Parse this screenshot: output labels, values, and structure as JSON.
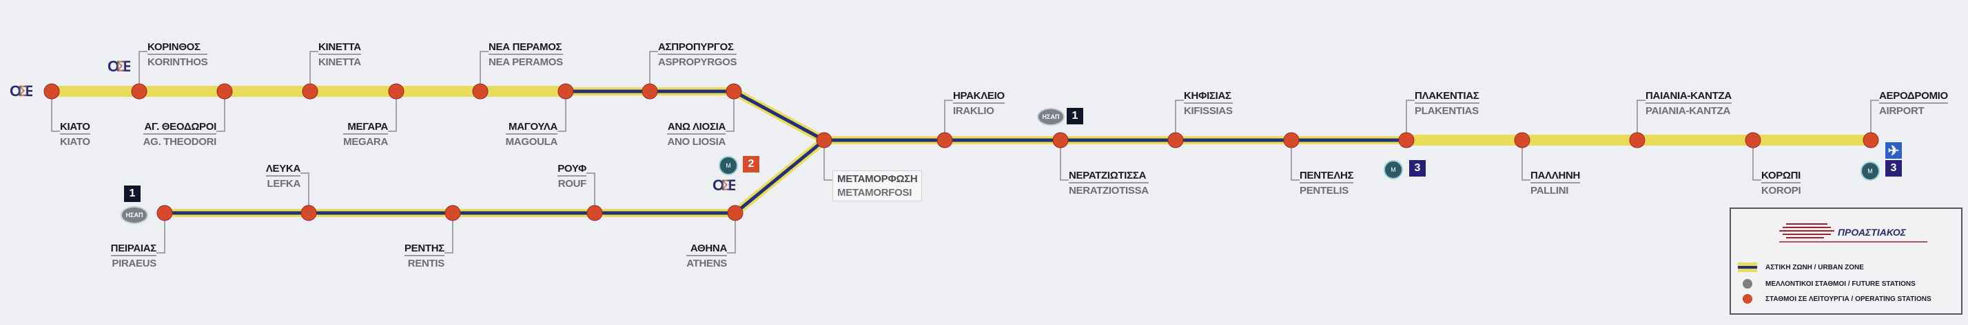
{
  "colors": {
    "yellow": "#e8dc5a",
    "blue": "#22307a",
    "station": "#d64a2c",
    "future": "#808080",
    "line1": "#0e1628",
    "line2": "#d84a2a",
    "line3": "#2a1f78",
    "airport": "#2d5fc8"
  },
  "top_branch": [
    {
      "gr": "ΚΙΑΤΟ",
      "en": "KIATO"
    },
    {
      "gr": "ΚΟΡΙΝΘΟΣ",
      "en": "KORINTHOS"
    },
    {
      "gr": "ΑΓ. ΘΕΟΔΩΡΟΙ",
      "en": "AG. THEODORI"
    },
    {
      "gr": "ΚΙΝΕΤΤΑ",
      "en": "KINETTA"
    },
    {
      "gr": "ΜΕΓΑΡΑ",
      "en": "MEGARA"
    },
    {
      "gr": "ΝΕΑ ΠΕΡΑΜΟΣ",
      "en": "NEA PERAMOS"
    },
    {
      "gr": "ΜΑΓΟΥΛΑ",
      "en": "MAGOULA"
    },
    {
      "gr": "ΑΣΠΡΟΠΥΡΓΟΣ",
      "en": "ASPROPYRGOS"
    },
    {
      "gr": "ΑΝΩ ΛΙΟΣΙΑ",
      "en": "ANO LIOSIA"
    }
  ],
  "bottom_branch": [
    {
      "gr": "ΠΕΙΡΑΙΑΣ",
      "en": "PIRAEUS"
    },
    {
      "gr": "ΛΕΥΚΑ",
      "en": "LEFKA"
    },
    {
      "gr": "ΡΕΝΤΗΣ",
      "en": "RENTIS"
    },
    {
      "gr": "ΡΟΥΦ",
      "en": "ROUF"
    },
    {
      "gr": "ΑΘΗΝΑ",
      "en": "ATHENS"
    }
  ],
  "main_line": [
    {
      "gr": "ΜΕΤΑΜΟΡΦΩΣΗ",
      "en": "METAMORFOSI"
    },
    {
      "gr": "ΗΡΑΚΛΕΙΟ",
      "en": "IRAKLIO"
    },
    {
      "gr": "ΝΕΡΑΤΖΙΩΤΙΣΣΑ",
      "en": "NERATZIOTISSA"
    },
    {
      "gr": "ΚΗΦΙΣΙΑΣ",
      "en": "KIFISSIAS"
    },
    {
      "gr": "ΠΕΝΤΕΛΗΣ",
      "en": "PENTELIS"
    },
    {
      "gr": "ΠΛΑΚΕΝΤΙΑΣ",
      "en": "PLAKENTIAS"
    },
    {
      "gr": "ΠΑΛΛΗΝΗ",
      "en": "PALLINI"
    },
    {
      "gr": "ΠΑΙΑΝΙΑ-ΚΑΝΤΖΑ",
      "en": "PAIANIA-KANTZA"
    },
    {
      "gr": "ΚΟΡΩΠΙ",
      "en": "KOROPI"
    },
    {
      "gr": "ΑΕΡΟΔΡΟΜΙΟ",
      "en": "AIRPORT"
    }
  ],
  "badges": {
    "line1": "1",
    "line2": "2",
    "line3": "3",
    "hsap": "ΗΣΑΠ",
    "ose": "ΟΣΕ",
    "metro": "Μ"
  },
  "legend": {
    "logo": "ΠΡΟΑΣΤΙΑΚΟΣ",
    "urban_zone": "ΑΣΤΙΚΗ ΖΩΝΗ / URBAN ZONE",
    "future_stations": "ΜΕΛΛΟΝΤΙΚΟΙ ΣΤΑΘΜΟΙ / FUTURE STATIONS",
    "operating_stations": "ΣΤΑΘΜΟΙ ΣΕ ΛΕΙΤΟΥΡΓΙΑ / OPERATING STATIONS"
  }
}
